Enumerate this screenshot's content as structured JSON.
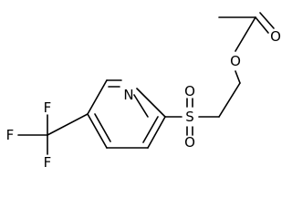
{
  "molecule": {
    "atoms": {
      "ring_nitrogen": "N",
      "sulfur": "S",
      "sulfonyl_oxygen_top": "O",
      "sulfonyl_oxygen_bottom": "O",
      "ester_oxygen": "O",
      "carbonyl_oxygen": "O",
      "fluorine_top": "F",
      "fluorine_left": "F",
      "fluorine_bottom": "F"
    }
  }
}
